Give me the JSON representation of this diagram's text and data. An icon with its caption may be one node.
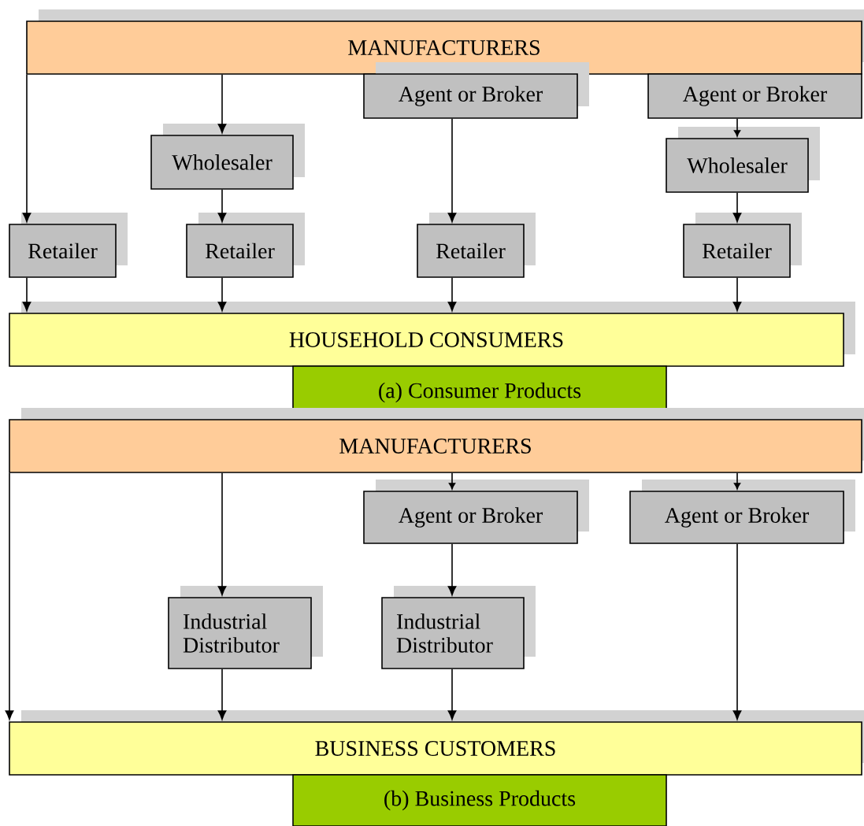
{
  "diagram": {
    "nodes": [
      {
        "text": [
          "MANUFACTURERS"
        ]
      },
      {
        "text": [
          "Agent or Broker"
        ]
      },
      {
        "text": [
          "Agent or Broker"
        ]
      },
      {
        "text": [
          "Wholesaler"
        ]
      },
      {
        "text": [
          "Wholesaler"
        ]
      },
      {
        "text": [
          "Retailer"
        ]
      },
      {
        "text": [
          "Retailer"
        ]
      },
      {
        "text": [
          "Retailer"
        ]
      },
      {
        "text": [
          "Retailer"
        ]
      },
      {
        "text": [
          "HOUSEHOLD CONSUMERS"
        ]
      },
      {
        "text": [
          "(a) Consumer Products"
        ]
      },
      {
        "text": [
          "MANUFACTURERS"
        ]
      },
      {
        "text": [
          "Agent or Broker"
        ]
      },
      {
        "text": [
          "Agent or Broker"
        ]
      },
      {
        "text": [
          "Industrial Distributor"
        ]
      },
      {
        "text": [
          "Industrial Distributor"
        ]
      },
      {
        "text": [
          "BUSINESS CUSTOMERS"
        ]
      },
      {
        "text": [
          "(b) Business Products"
        ]
      }
    ],
    "edges": [
      {
        "from": 0,
        "to": 5,
        "arrow": "to"
      },
      {
        "from": 0,
        "to": 3,
        "arrow": "to"
      },
      {
        "from": 3,
        "to": 6,
        "arrow": "to"
      },
      {
        "from": 1,
        "to": 7,
        "arrow": "to"
      },
      {
        "from": 2,
        "to": 4,
        "arrow": "to"
      },
      {
        "from": 4,
        "to": 8,
        "arrow": "to"
      },
      {
        "from": 5,
        "to": 9,
        "arrow": "to"
      },
      {
        "from": 6,
        "to": 9,
        "arrow": "to"
      },
      {
        "from": 7,
        "to": 9,
        "arrow": "to"
      },
      {
        "from": 8,
        "to": 9,
        "arrow": "to"
      },
      {
        "from": 11,
        "to": 16,
        "arrow": "to"
      },
      {
        "from": 11,
        "to": 14,
        "arrow": "to"
      },
      {
        "from": 11,
        "to": 12,
        "arrow": "to"
      },
      {
        "from": 11,
        "to": 13,
        "arrow": "to"
      },
      {
        "from": 12,
        "to": 15,
        "arrow": "to"
      },
      {
        "from": 14,
        "to": 16,
        "arrow": "to"
      },
      {
        "from": 15,
        "to": 16,
        "arrow": "to"
      },
      {
        "from": 13,
        "to": 16,
        "arrow": "to"
      }
    ]
  }
}
